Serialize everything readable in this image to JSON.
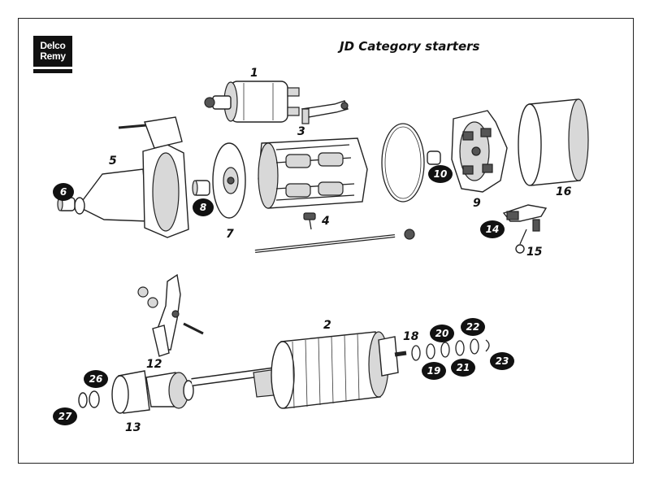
{
  "brand": {
    "line1": "Delco",
    "line2": "Remy"
  },
  "title": "JD Category starters",
  "labels": {
    "p1": "1",
    "p2": "2",
    "p3": "3",
    "p4": "4",
    "p5": "5",
    "p7": "7",
    "p9": "9",
    "p12": "12",
    "p13": "13",
    "p15": "15",
    "p16": "16",
    "p18": "18"
  },
  "circled_labels": {
    "p6": "6",
    "p8": "8",
    "p10": "10",
    "p14": "14",
    "p19": "19",
    "p20": "20",
    "p21": "21",
    "p22": "22",
    "p23": "23",
    "p26": "26",
    "p27": "27"
  }
}
